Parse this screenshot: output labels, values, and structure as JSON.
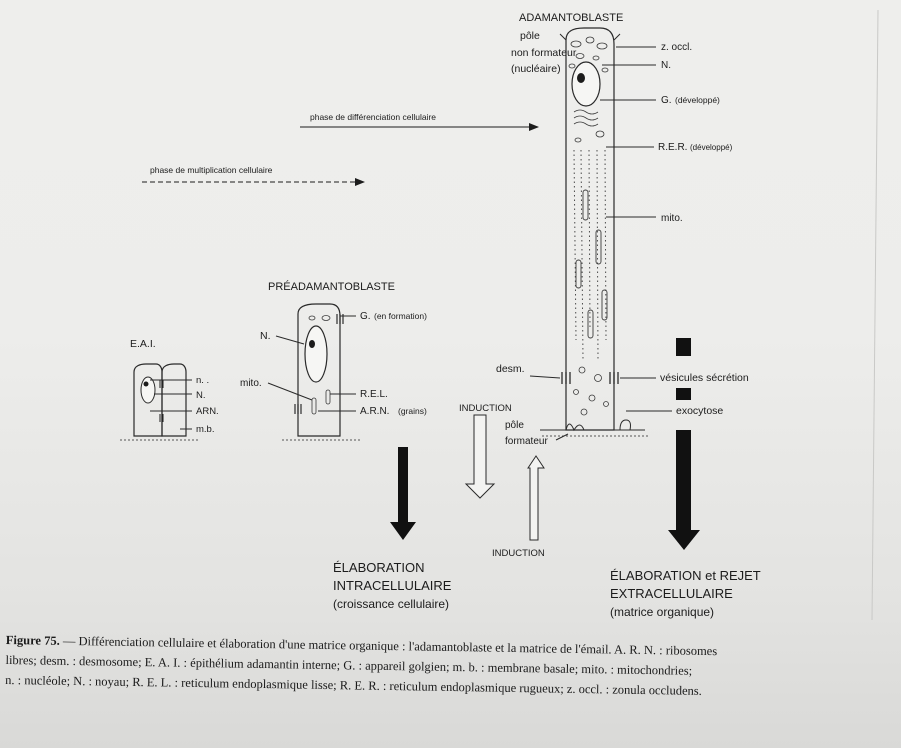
{
  "labels": {
    "adamantoblaste": "ADAMANTOBLASTE",
    "pole_non_1": "pôle",
    "pole_non_2": "non formateur",
    "pole_non_3": "(nucléaire)",
    "z_occl": "z. occl.",
    "n_top": "N.",
    "g_dev": "G.",
    "g_dev_note": "(développé)",
    "rer": "R.E.R.",
    "rer_note": "(développé)",
    "mito_right": "mito.",
    "phase_diff": "phase de différenciation cellulaire",
    "phase_mult": "phase de multiplication cellulaire",
    "preadamantoblaste": "PRÉADAMANTOBLASTE",
    "g_formation": "G.",
    "g_formation_note": "(en formation)",
    "n_pre": "N.",
    "eai": "E.A.I.",
    "n_small": "n. .",
    "n_cap": "N.",
    "arn": "ARN.",
    "mb": "m.b.",
    "mito_left": "mito.",
    "rel": "R.E.L.",
    "arn_grains": "A.R.N.",
    "arn_grains_note": "(grains)",
    "desm": "desm.",
    "vesicules": "vésicules sécrétion",
    "exocytose": "exocytose",
    "induction_top": "INDUCTION",
    "pole_formateur_1": "pôle",
    "pole_formateur_2": "formateur",
    "induction_bottom": "INDUCTION",
    "elab_intra_1": "ÉLABORATION",
    "elab_intra_2": "INTRACELLULAIRE",
    "elab_intra_3": "(croissance cellulaire)",
    "elab_extra_1": "ÉLABORATION et REJET",
    "elab_extra_2": "EXTRACELLULAIRE",
    "elab_extra_3": "(matrice organique)"
  },
  "caption": {
    "figure_label": "Figure 75.",
    "line1": " — Différenciation cellulaire et élaboration d'une matrice organique : l'adamantoblaste et la matrice de l'émail. A. R. N. : ribosomes",
    "line2": "libres; desm. : desmosome; E. A. I. : épithélium adamantin interne; G. : appareil golgien; m. b. : membrane basale; mito. : mitochondries;",
    "line3": "n. : nucléole; N. : noyau; R. E. L. : reticulum endoplasmique lisse; R. E. R. : reticulum endoplasmique rugueux; z. occl. : zonula occludens."
  }
}
